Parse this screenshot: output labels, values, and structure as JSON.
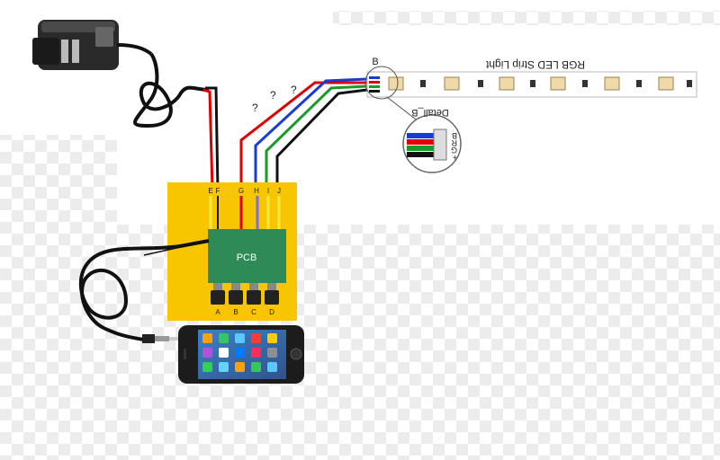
{
  "strip": {
    "title": "RGB LED Strip Light",
    "marker": "B"
  },
  "detail": {
    "title": "Detail_B",
    "pins": [
      "B",
      "R",
      "G",
      "+"
    ]
  },
  "pcb": {
    "label": "PCB"
  },
  "top_pins": [
    "E",
    "F",
    "G",
    "H",
    "I",
    "J"
  ],
  "bottom_pins": [
    "A",
    "B",
    "C",
    "D"
  ],
  "unknown_marks": [
    "?",
    "?",
    "?"
  ],
  "colors": {
    "board": "#f7c600",
    "pcb": "#2e8b57",
    "red": "#e00000",
    "blue": "#1a3bd6",
    "green": "#1a9a2a",
    "black": "#111111",
    "yellow": "#ffe840",
    "purple": "#7b6fe0"
  },
  "icons": [
    "power-adapter-icon",
    "audio-cable-icon",
    "smartphone-icon",
    "magnifier-circle-icon"
  ]
}
